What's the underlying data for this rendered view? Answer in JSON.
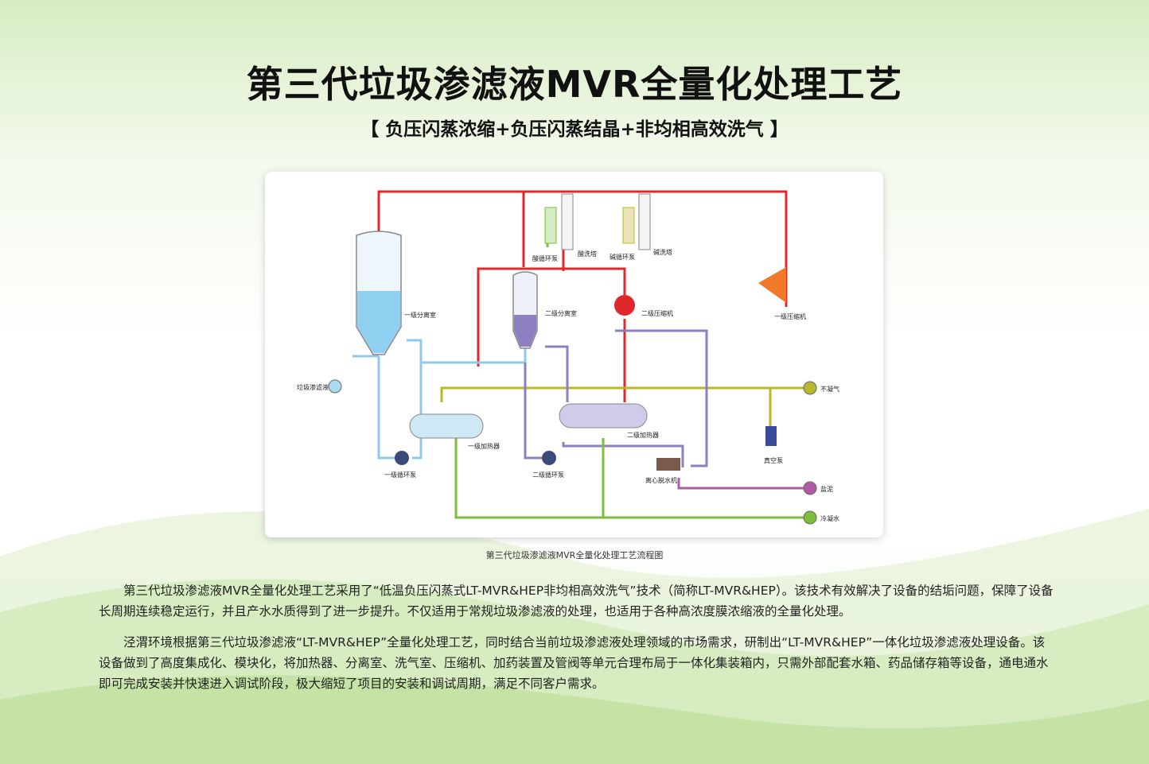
{
  "page": {
    "title": "第三代垃圾渗滤液MVR全量化处理工艺",
    "subtitle": "【 负压闪蒸浓缩+负压闪蒸结晶+非均相高效洗气 】",
    "caption": "第三代垃圾渗滤液MVR全量化处理工艺流程图",
    "paragraphs": [
      "第三代垃圾渗滤液MVR全量化处理工艺采用了“低温负压闪蒸式LT-MVR&HEP非均相高效洗气”技术（简称LT-MVR&HEP）。该技术有效解决了设备的结垢问题，保障了设备长周期连续稳定运行，并且产水水质得到了进一步提升。不仅适用于常规垃圾渗滤液的处理，也适用于各种高浓度膜浓缩液的全量化处理。",
      "泾渭环境根据第三代垃圾渗滤液“LT-MVR&HEP”全量化处理工艺，同时结合当前垃圾渗滤液处理领域的市场需求，研制出“LT-MVR&HEP”一体化垃圾渗滤液处理设备。该设备做到了高度集成化、模块化，将加热器、分离室、洗气室、压缩机、加药装置及管阀等单元合理布局于一体化集装箱内，只需外部配套水箱、药品储存箱等设备，通电通水即可完成安装并快速进入调试阶段，极大缩短了项目的安装和调试周期，满足不同客户需求。"
    ]
  },
  "diagram": {
    "labels": {
      "acid_pump": "酸循环泵",
      "acid_tower": "酸洗塔",
      "alkali_pump": "碱循环泵",
      "alkali_tower": "碱洗塔",
      "sep1": "一级分离室",
      "sep2": "二级分离室",
      "comp2": "二级压缩机",
      "comp1": "一级压缩机",
      "feed": "垃圾渗滤液",
      "noncond": "不凝气",
      "heater1": "一级加热器",
      "heater2": "二级加热器",
      "vacuum": "真空泵",
      "pump1": "一级循环泵",
      "pump2": "二级循环泵",
      "centrifuge": "离心脱水机",
      "salt": "盐泥",
      "condensate": "冷凝水"
    },
    "colors": {
      "steam": "#e0282a",
      "vapor": "#8fc8e8",
      "gas": "#b7b82a",
      "liquor2": "#8e80c0",
      "water": "#7dbf3a",
      "sludge": "#b05aa8"
    }
  }
}
